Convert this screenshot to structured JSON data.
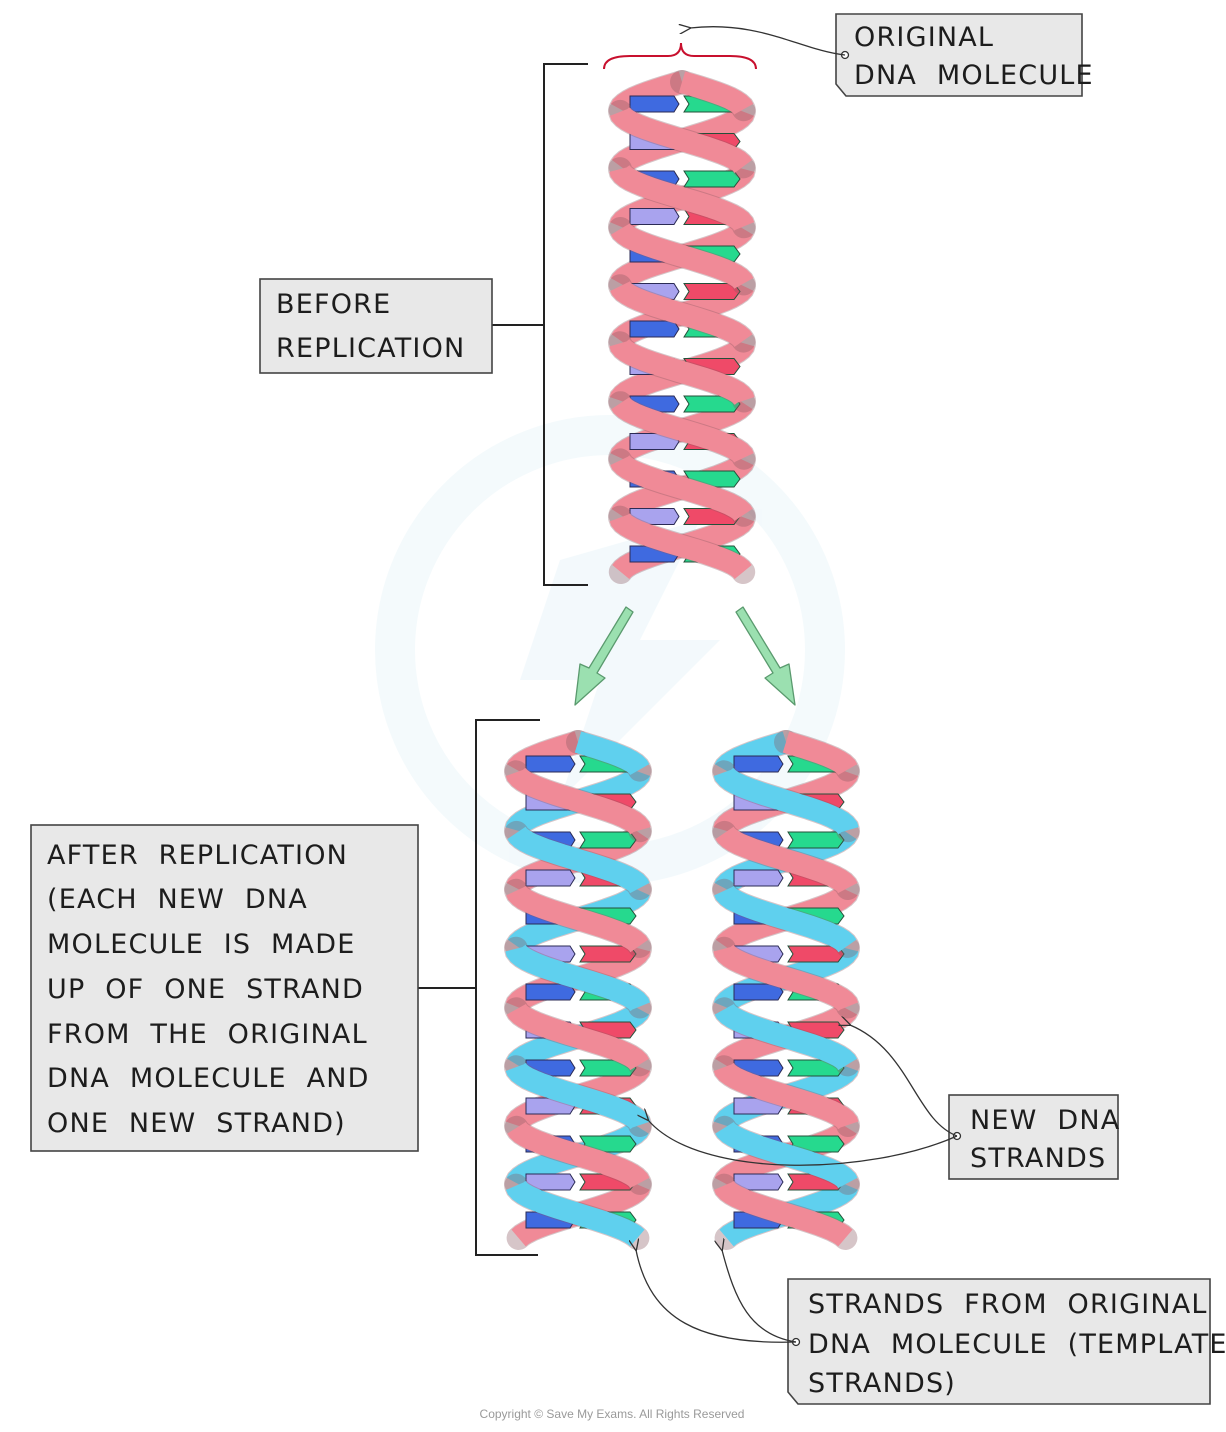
{
  "labels": {
    "original": [
      "ORIGINAL",
      "DNA  MOLECULE"
    ],
    "before": [
      "BEFORE",
      "REPLICATION"
    ],
    "after": [
      "AFTER  REPLICATION",
      "(EACH  NEW  DNA",
      "MOLECULE  IS  MADE",
      "UP  OF  ONE  STRAND",
      "FROM  THE  ORIGINAL",
      "DNA  MOLECULE  AND",
      "ONE  NEW  STRAND)"
    ],
    "new_strands": [
      "NEW  DNA",
      "STRANDS"
    ],
    "template": [
      "STRANDS  FROM  ORIGINAL",
      "DNA  MOLECULE  (TEMPLATE",
      "STRANDS)"
    ]
  },
  "copyright": "Copyright © Save My Exams. All Rights Reserved",
  "colors": {
    "original_strand": "#f08a97",
    "new_strand": "#5fd0ee",
    "base_blue": "#3f6ae0",
    "base_lavender": "#a9a3ee",
    "base_green": "#26d98e",
    "base_red": "#ef4a68",
    "arrow_green": "#9be0b0",
    "brace_red": "#c8102e"
  },
  "sequence": [
    [
      "blue",
      "green"
    ],
    [
      "lavender",
      "red"
    ],
    [
      "blue",
      "green"
    ],
    [
      "lavender",
      "red"
    ],
    [
      "blue",
      "green"
    ],
    [
      "lavender",
      "red"
    ],
    [
      "blue",
      "green"
    ],
    [
      "lavender",
      "red"
    ],
    [
      "blue",
      "green"
    ],
    [
      "lavender",
      "red"
    ],
    [
      "blue",
      "green"
    ],
    [
      "lavender",
      "red"
    ],
    [
      "blue",
      "green"
    ]
  ]
}
